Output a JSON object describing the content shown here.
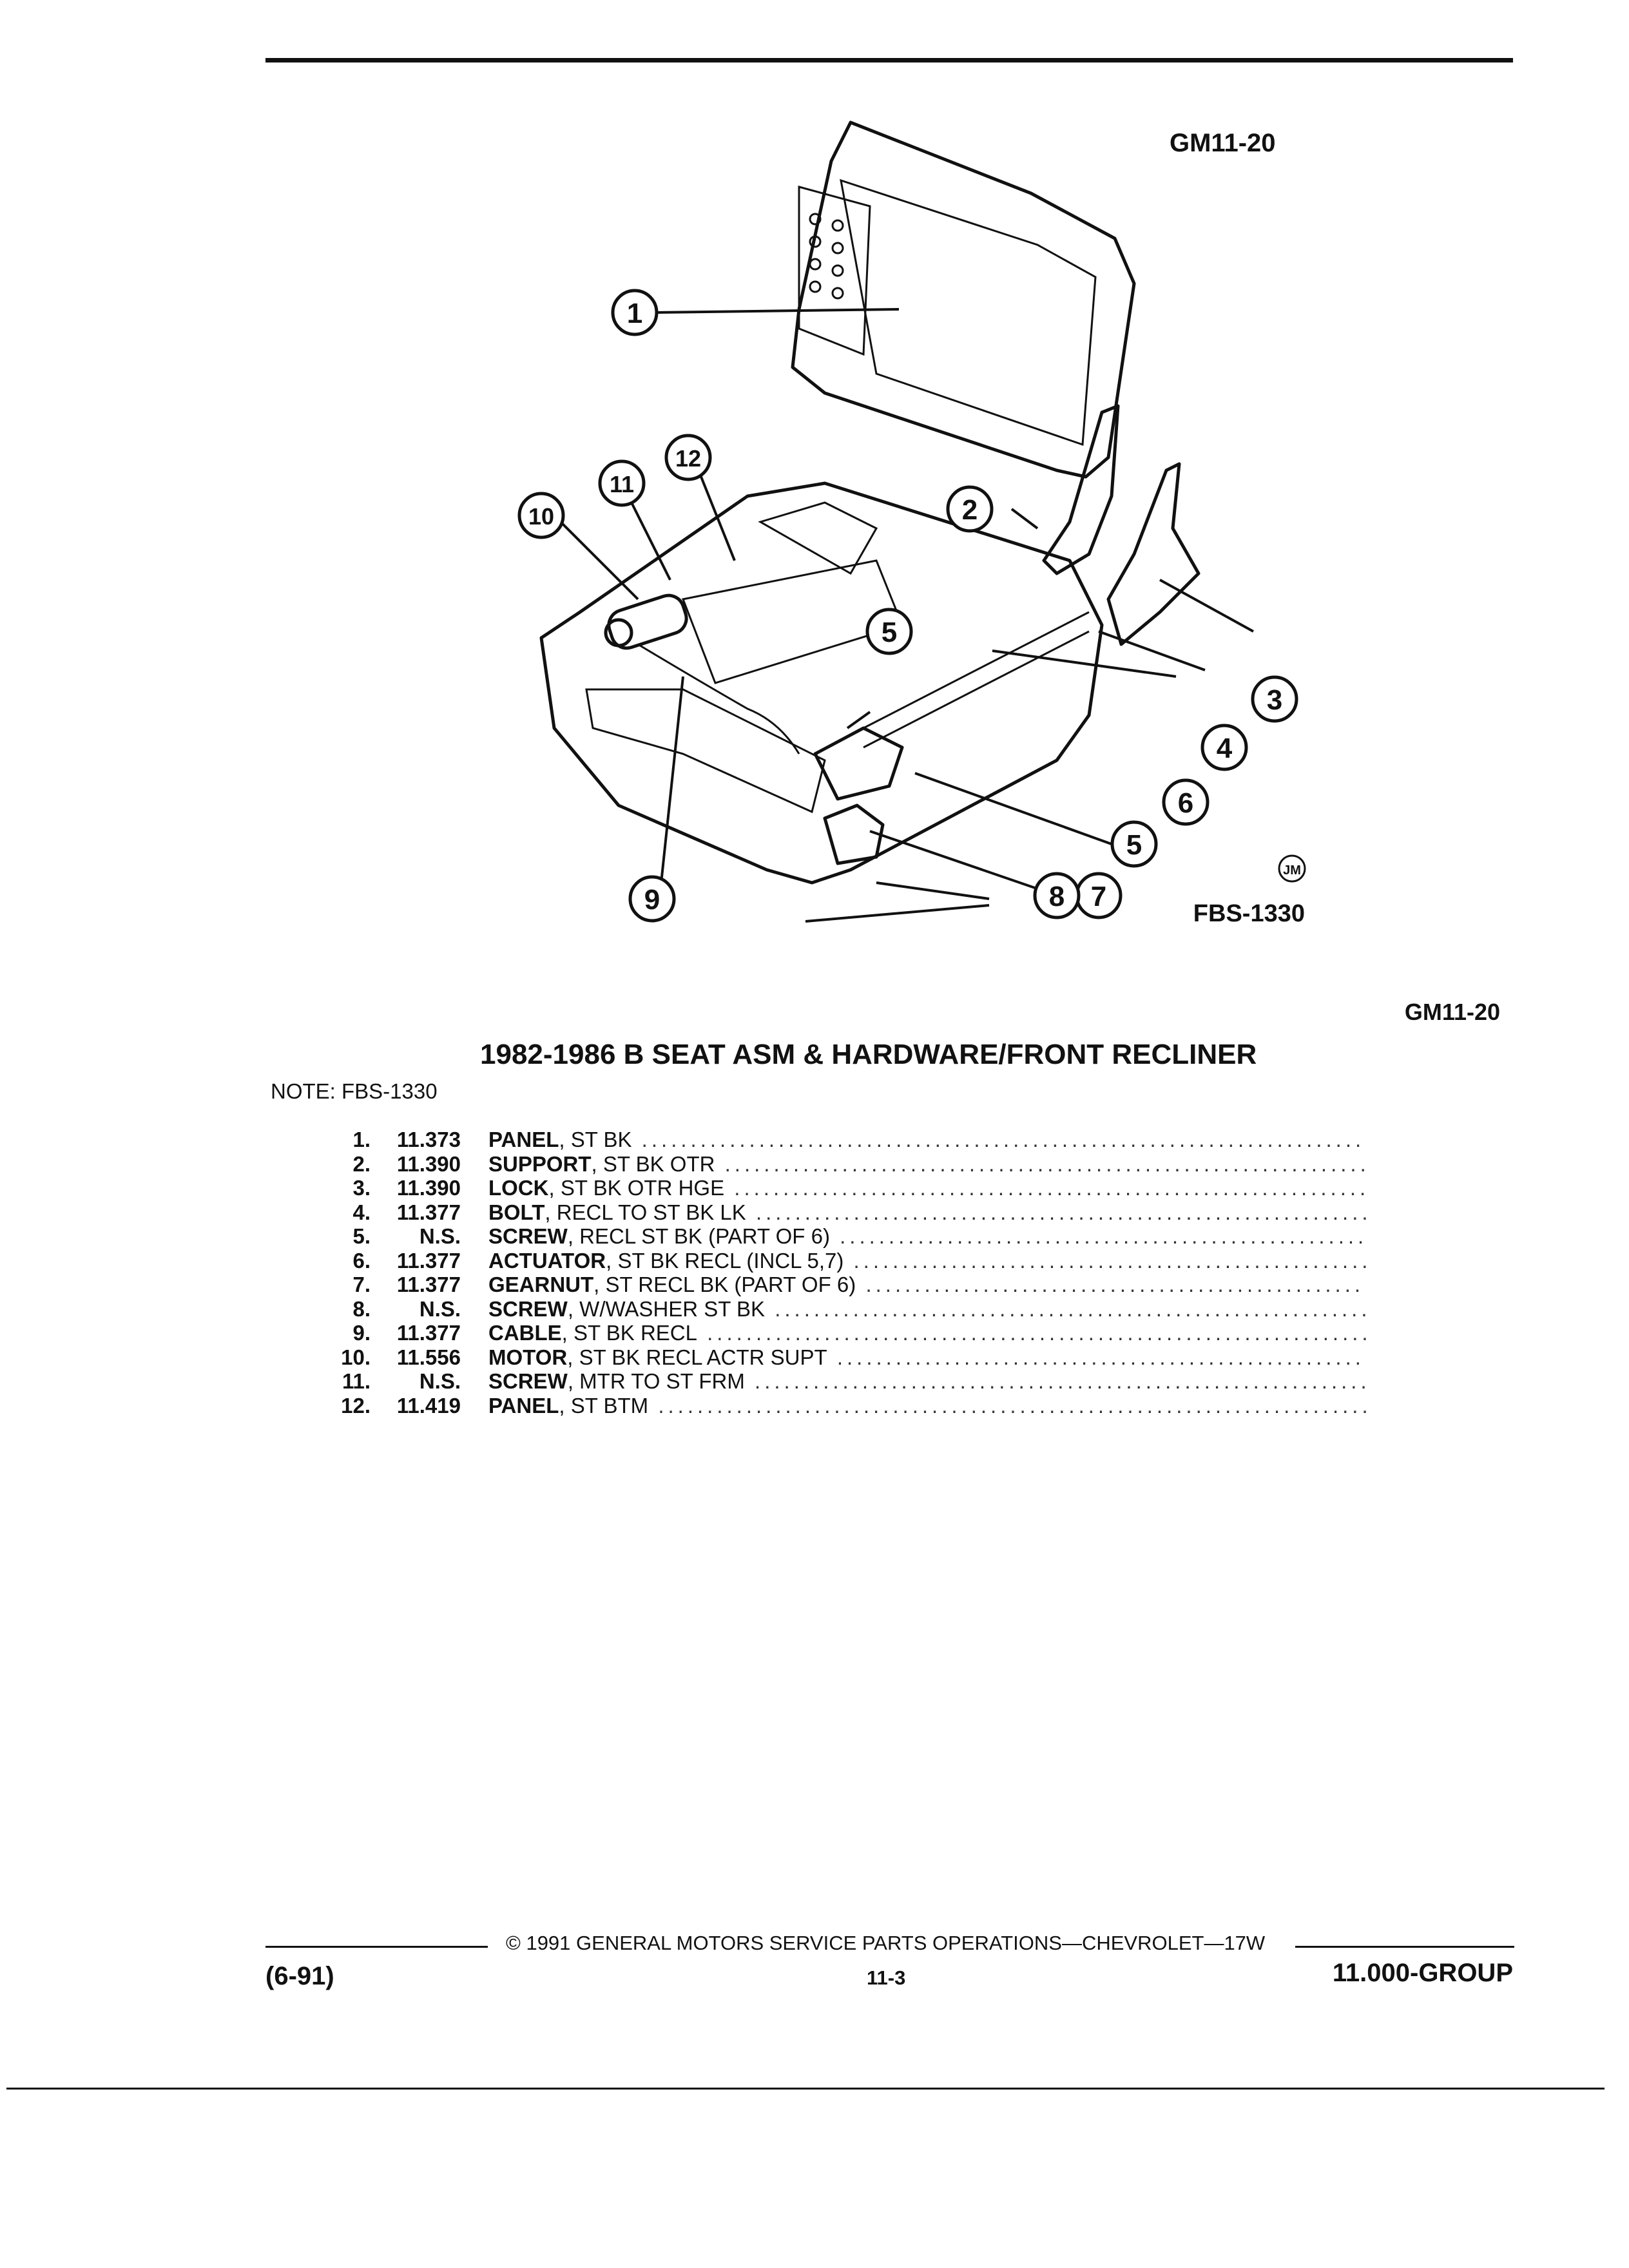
{
  "figure": {
    "id_top": "GM11-20",
    "drawing_code": "FBS-1330",
    "artist_mark": "JM",
    "callouts": [
      "1",
      "2",
      "3",
      "4",
      "5",
      "5",
      "6",
      "7",
      "8",
      "9",
      "10",
      "11",
      "12"
    ]
  },
  "figure_id_bottom": "GM11-20",
  "title": "1982-1986 B SEAT ASM & HARDWARE/FRONT RECLINER",
  "note": "NOTE: FBS-1330",
  "parts": [
    {
      "num": "1.",
      "group": "11.373",
      "name": "PANEL",
      "desc": ", ST BK"
    },
    {
      "num": "2.",
      "group": "11.390",
      "name": "SUPPORT",
      "desc": ", ST BK OTR"
    },
    {
      "num": "3.",
      "group": "11.390",
      "name": "LOCK",
      "desc": ", ST BK OTR HGE"
    },
    {
      "num": "4.",
      "group": "11.377",
      "name": "BOLT",
      "desc": ", RECL TO ST BK LK"
    },
    {
      "num": "5.",
      "group": "N.S.",
      "name": "SCREW",
      "desc": ", RECL ST BK (PART OF 6)"
    },
    {
      "num": "6.",
      "group": "11.377",
      "name": "ACTUATOR",
      "desc": ", ST BK RECL (INCL 5,7)"
    },
    {
      "num": "7.",
      "group": "11.377",
      "name": "GEARNUT",
      "desc": ", ST RECL BK (PART OF 6)"
    },
    {
      "num": "8.",
      "group": "N.S.",
      "name": "SCREW",
      "desc": ", W/WASHER ST BK"
    },
    {
      "num": "9.",
      "group": "11.377",
      "name": "CABLE",
      "desc": ", ST BK RECL"
    },
    {
      "num": "10.",
      "group": "11.556",
      "name": "MOTOR",
      "desc": ", ST BK RECL ACTR SUPT"
    },
    {
      "num": "11.",
      "group": "N.S.",
      "name": "SCREW",
      "desc": ", MTR TO ST FRM"
    },
    {
      "num": "12.",
      "group": "11.419",
      "name": "PANEL",
      "desc": ", ST BTM"
    }
  ],
  "footer": {
    "date": "(6-91)",
    "copyright": "© 1991 GENERAL MOTORS SERVICE PARTS OPERATIONS—CHEVROLET—17W",
    "page": "11-3",
    "group": "11.000-GROUP"
  }
}
